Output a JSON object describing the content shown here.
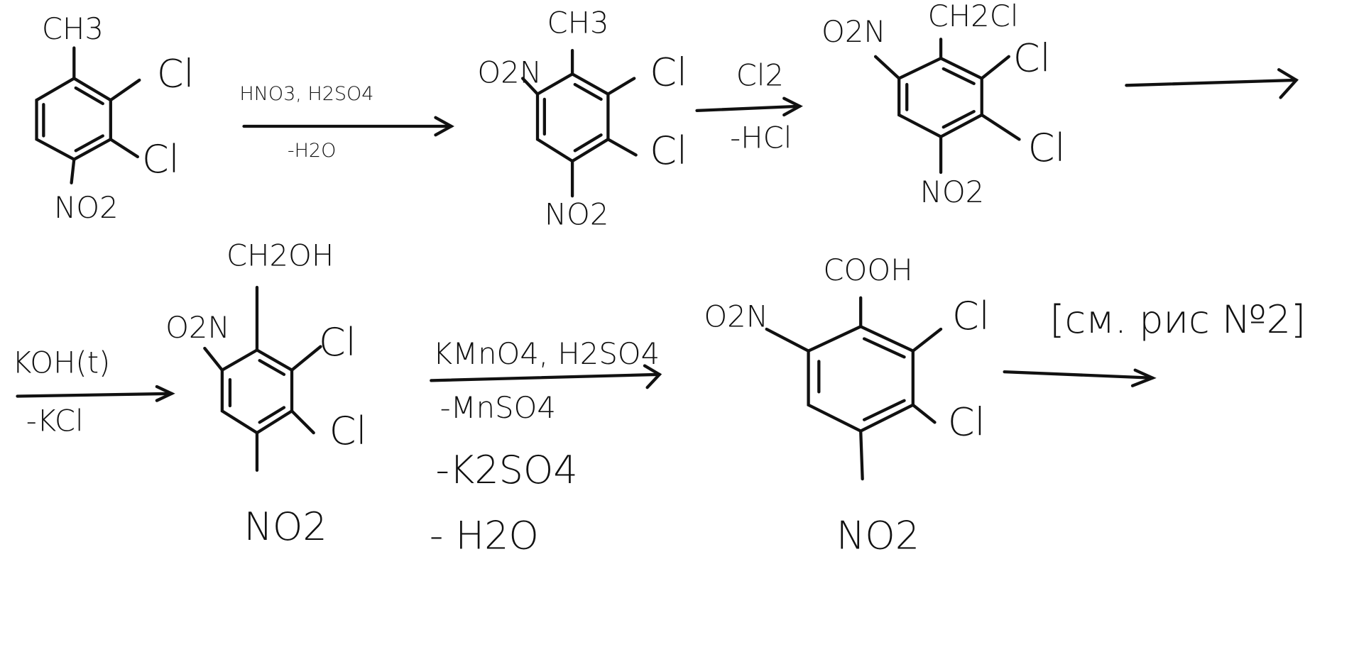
{
  "compounds": [
    {
      "top": "CH3",
      "right1": "Cl",
      "right2": "Cl",
      "bottom": "NO2"
    },
    {
      "top": "CH3",
      "left": "O2N",
      "right1": "Cl",
      "right2": "Cl",
      "bottom": "NO2"
    },
    {
      "top": "CH2Cl",
      "left": "O2N",
      "right1": "Cl",
      "right2": "Cl",
      "bottom": "NO2"
    },
    {
      "top": "CH2OH",
      "left": "O2N",
      "right1": "Cl",
      "right2": "Cl",
      "bottom": "NO2"
    },
    {
      "top": "COOH",
      "left": "O2N",
      "right1": "Cl",
      "right2": "Cl",
      "bottom": "NO2"
    }
  ],
  "reactions": [
    {
      "above": "HNO3, H2SO4",
      "below": [
        "-H2O"
      ]
    },
    {
      "above": "Cl2",
      "below": [
        "-HCl"
      ]
    },
    {
      "above": "",
      "below": []
    },
    {
      "above": "KOH(t)",
      "below": [
        "-KCl"
      ]
    },
    {
      "above": "KMnO4, H2SO4",
      "below": [
        "-MnSO4",
        "-K2SO4",
        "- H2O"
      ]
    },
    {
      "above": "",
      "below": []
    }
  ],
  "note": "[см. рис №2]"
}
